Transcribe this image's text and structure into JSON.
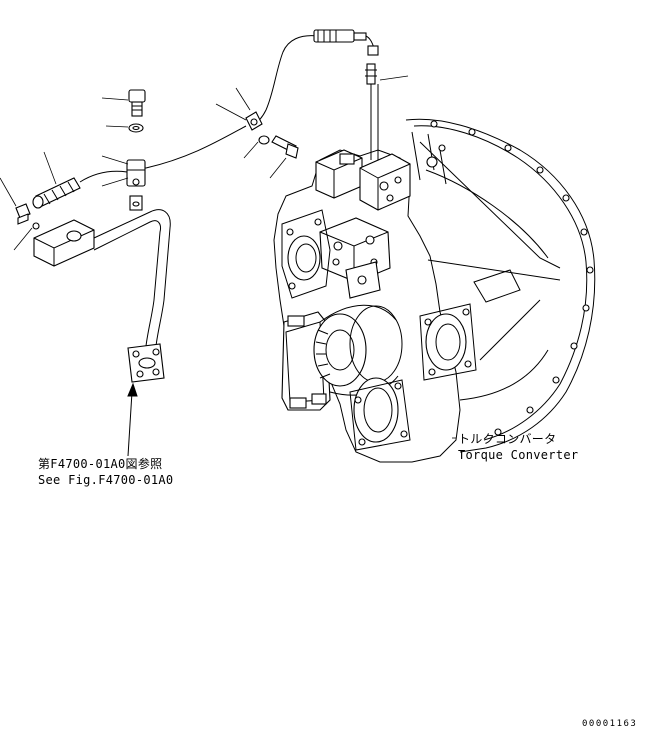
{
  "labels": {
    "reference_jp": "第F4700-01A0図参照",
    "reference_en": "See Fig.F4700-01A0",
    "torque_converter_jp": "トルクコンバータ",
    "torque_converter_en": "Torque Converter",
    "drawing_number": "00001163"
  }
}
